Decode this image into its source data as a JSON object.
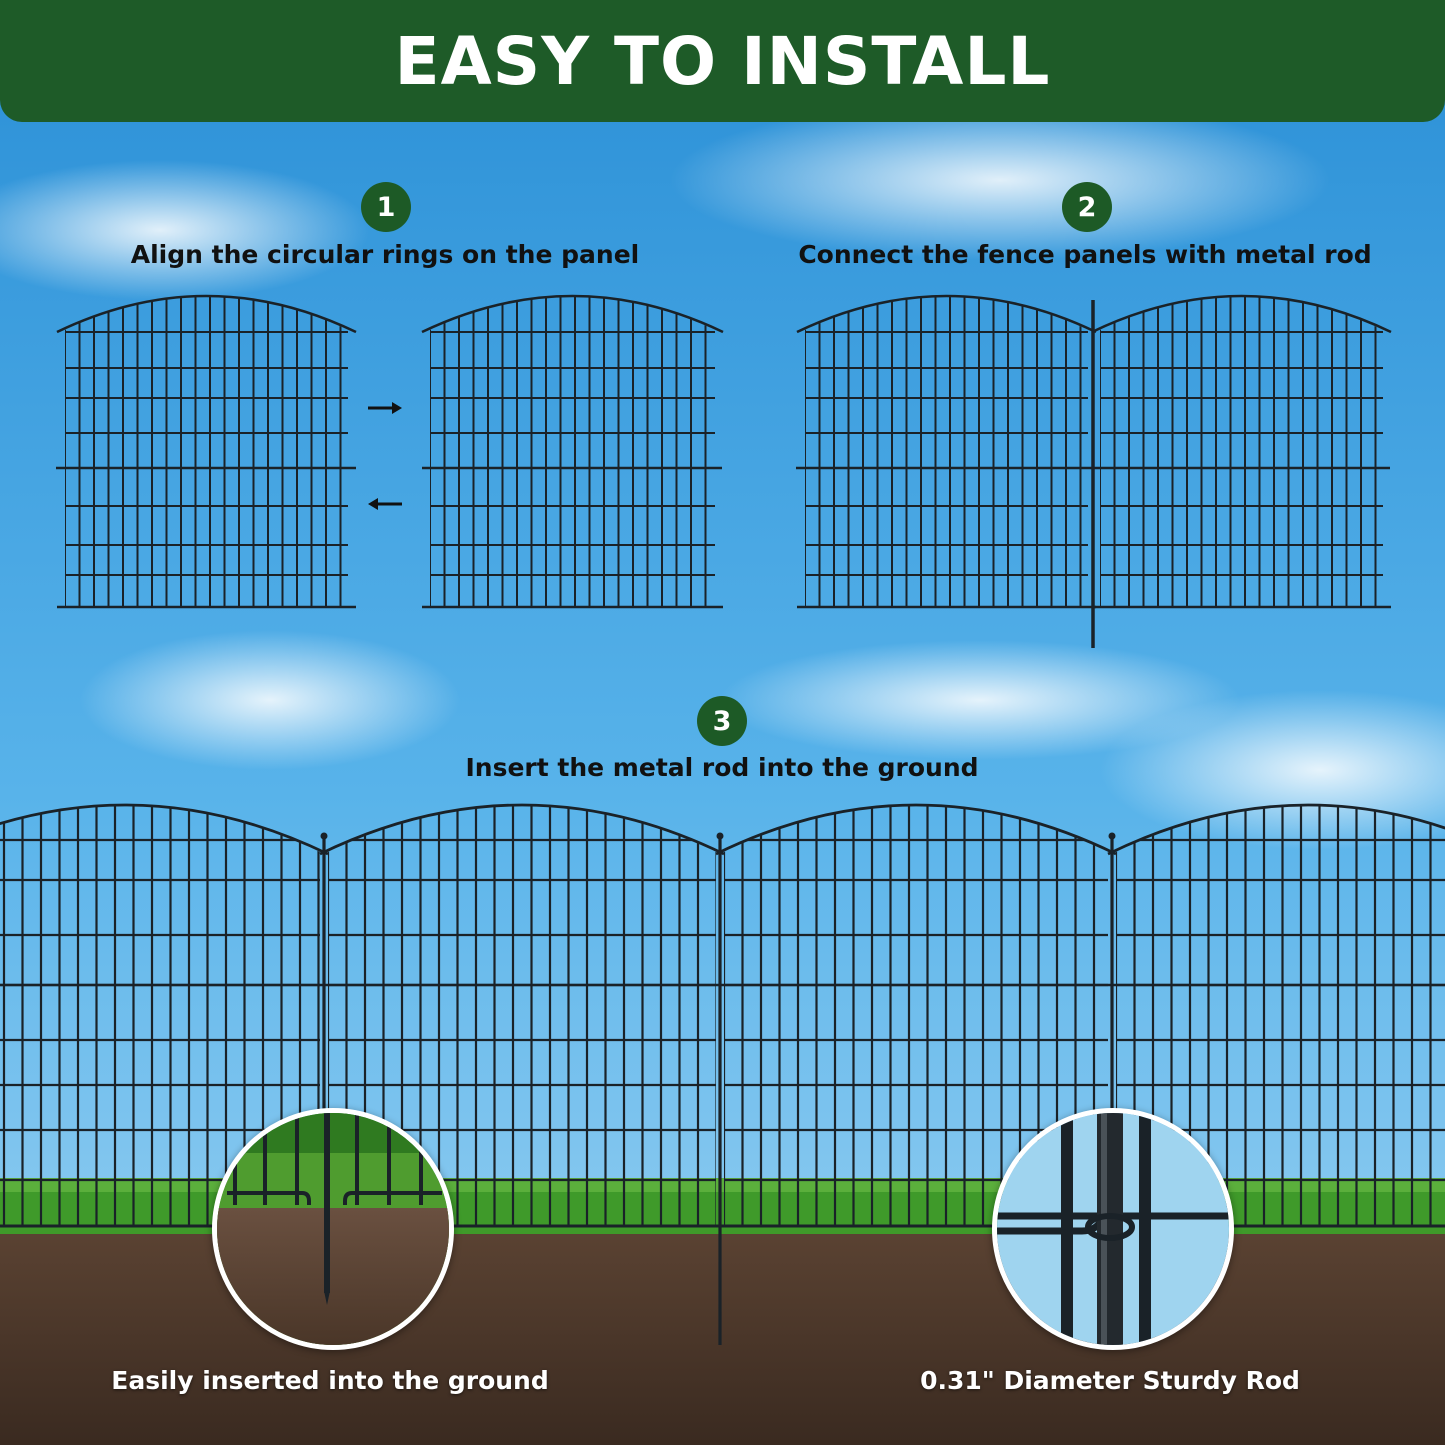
{
  "banner": {
    "title": "EASY TO INSTALL"
  },
  "steps": [
    {
      "number": "1",
      "text": "Align the circular rings on the panel"
    },
    {
      "number": "2",
      "text": "Connect the fence panels with metal rod"
    },
    {
      "number": "3",
      "text": "Insert the metal rod into the ground"
    }
  ],
  "captions": {
    "ground": "Easily inserted into the ground",
    "rod": "0.31\" Diameter Sturdy Rod"
  },
  "colors": {
    "banner": "#1e5b28",
    "badge": "#1d5a26",
    "fence": "#1a2228",
    "sky_top": "#2a8fd6",
    "sky_bottom": "#8ccbf0",
    "grass": "#3f9a2a",
    "soil": "#4a3528"
  },
  "icons": {
    "arrow_right": "arrow-right-icon",
    "arrow_left": "arrow-left-icon"
  }
}
